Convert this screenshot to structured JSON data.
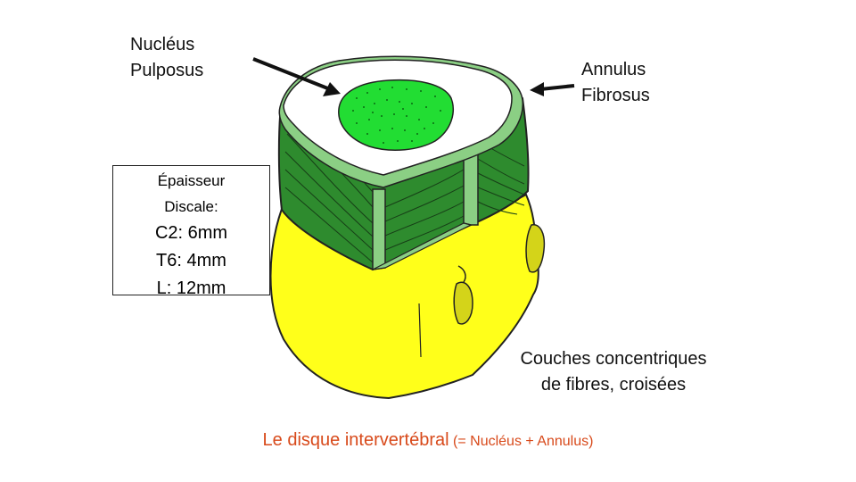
{
  "labels": {
    "nucleus_line1": "Nucléus",
    "nucleus_line2": "Pulposus",
    "annulus_line1": "Annulus",
    "annulus_line2": "Fibrosus",
    "couches_line1": "Couches concentriques",
    "couches_line2": "de fibres, croisées"
  },
  "thickness_box": {
    "line1": "Épaisseur",
    "line2": "Discale:",
    "c2": "C2: 6mm",
    "t6": "T6: 4mm",
    "l": "L: 12mm"
  },
  "caption": {
    "main": "Le disque intervertébral",
    "sub": "(= Nucléus + Annulus)"
  },
  "colors": {
    "vertebra": "#ffff1a",
    "annulus": "#2e8b2e",
    "annulus_light": "#8bcf84",
    "nucleus": "#22dd33",
    "caption": "#d84a1b"
  },
  "icons": [
    "arrow-nucleus-icon",
    "arrow-annulus-icon"
  ]
}
